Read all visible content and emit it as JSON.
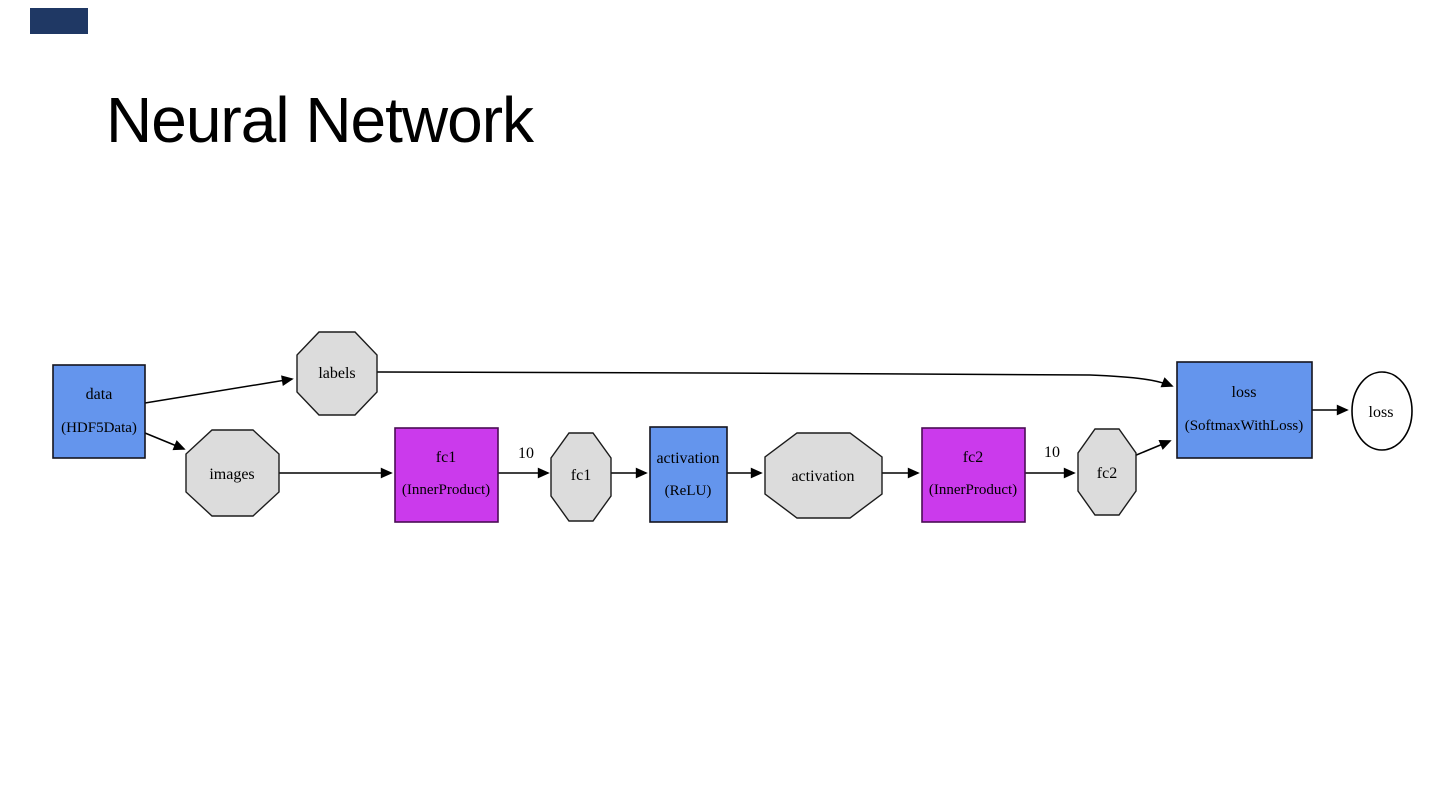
{
  "slide": {
    "title": "Neural Network",
    "accent_bar_color": "#1F3864"
  },
  "diagram": {
    "nodes": {
      "data": {
        "label": "data",
        "sublabel": "(HDF5Data)"
      },
      "labels_blob": {
        "label": "labels"
      },
      "images_blob": {
        "label": "images"
      },
      "fc1": {
        "label": "fc1",
        "sublabel": "(InnerProduct)"
      },
      "fc1_blob": {
        "label": "fc1"
      },
      "activation": {
        "label": "activation",
        "sublabel": "(ReLU)"
      },
      "activation_blob": {
        "label": "activation"
      },
      "fc2": {
        "label": "fc2",
        "sublabel": "(InnerProduct)"
      },
      "fc2_blob": {
        "label": "fc2"
      },
      "loss": {
        "label": "loss",
        "sublabel": "(SoftmaxWithLoss)"
      },
      "loss_blob": {
        "label": "loss"
      }
    },
    "edge_labels": {
      "fc1_output_dim": "10",
      "fc2_output_dim": "10"
    },
    "colors": {
      "data_layer_fill": "#6495ED",
      "inner_product_fill": "#CB3AEC",
      "blob_fill": "#DCDCDC",
      "edge_stroke": "#000000"
    }
  }
}
